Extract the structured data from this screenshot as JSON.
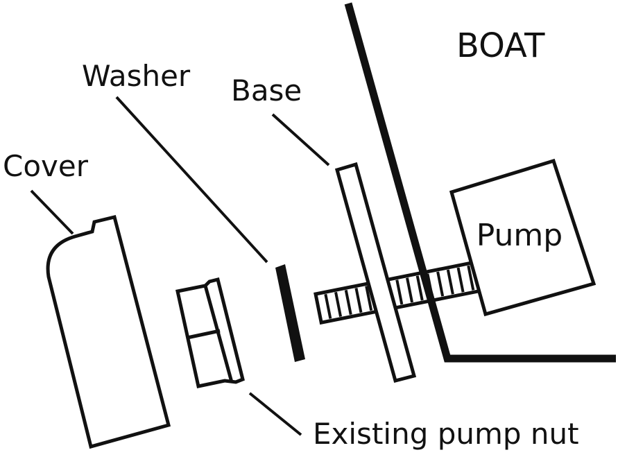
{
  "labels": {
    "boat": "BOAT",
    "washer": "Washer",
    "base": "Base",
    "cover": "Cover",
    "pump": "Pump",
    "nut": "Existing pump nut"
  },
  "colors": {
    "ink": "#111111",
    "background": "#ffffff"
  }
}
